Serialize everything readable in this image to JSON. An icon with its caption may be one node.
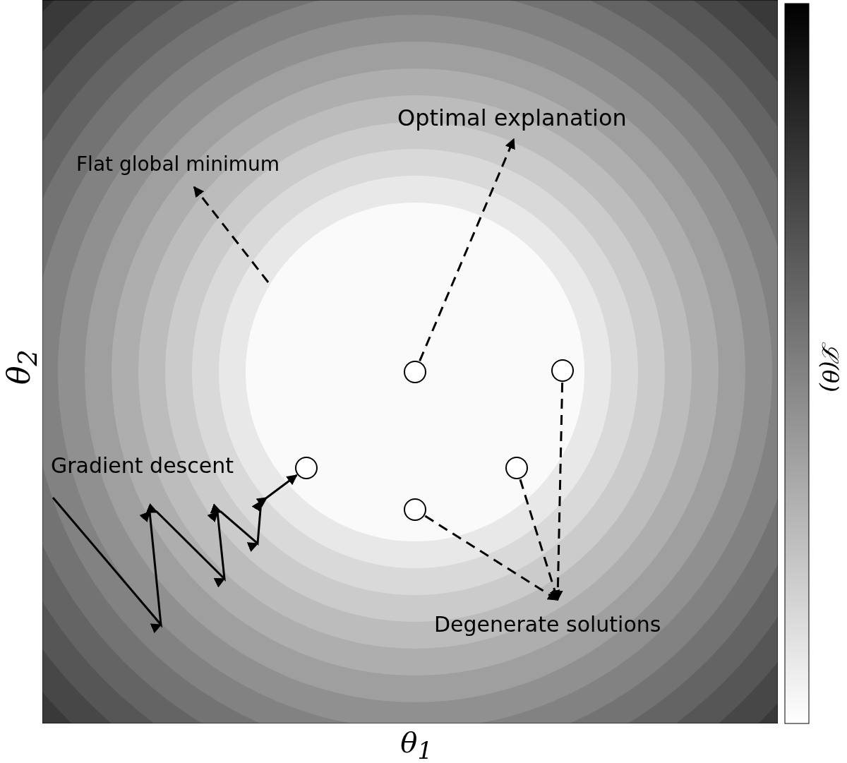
{
  "diagram": {
    "nodes": [
      {
        "text": [
          "Optimal explanation"
        ]
      },
      {
        "text": [
          "Flat global minimum"
        ]
      },
      {
        "text": [
          "Gradient descent"
        ]
      },
      {
        "text": [
          "Degenerate solutions"
        ]
      },
      {
        "text": [],
        "shape": "circle"
      },
      {
        "text": [],
        "shape": "circle"
      },
      {
        "text": [],
        "shape": "circle"
      },
      {
        "text": [],
        "shape": "circle"
      },
      {
        "text": [],
        "shape": "circle"
      }
    ],
    "edges": [
      {
        "from": 4,
        "to": 0,
        "arrow": "to",
        "style": "dashed"
      },
      {
        "from": null,
        "to": 1,
        "arrow": "to",
        "style": "dashed"
      },
      {
        "from": null,
        "to": 6,
        "arrow": "to"
      },
      {
        "from": 8,
        "to": 3,
        "arrow": "to",
        "style": "dashed"
      },
      {
        "from": 7,
        "to": 3,
        "arrow": "to",
        "style": "dashed"
      },
      {
        "from": 5,
        "to": 3,
        "arrow": "to",
        "style": "dashed"
      }
    ],
    "labels": [
      "θ$_{2}$",
      "θ$_{1}$",
      "ℒ(θ)"
    ]
  }
}
